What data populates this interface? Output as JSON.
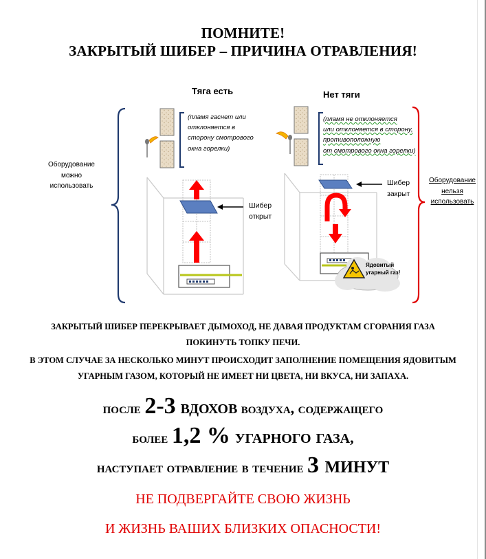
{
  "header": {
    "line1": "ПОМНИТЕ!",
    "line2": "ЗАКРЫТЫЙ ШИБЕР – ПРИЧИНА ОТРАВЛЕНИЯ!"
  },
  "left_panel": {
    "title": "Тяга есть",
    "status_lines": [
      "Оборудование",
      "можно",
      "использовать"
    ],
    "flame_note_lines": [
      "(пламя гаснет или",
      "отклоняется в",
      "сторону смотрового",
      "окна горелки)"
    ],
    "damper_lines": [
      "Шибер",
      "открыт"
    ]
  },
  "right_panel": {
    "title": "Нет тяги",
    "status_lines": [
      "Оборудование",
      "нельзя",
      "использовать"
    ],
    "flame_note_lines": [
      "(пламя не отклоняется",
      "или отклоняется в сторону,",
      "противоположную",
      "от смотрового окна горелки)"
    ],
    "damper_lines": [
      "Шибер",
      "закрыт"
    ],
    "gas_lines": [
      "Ядовитый",
      "угарный газ!"
    ]
  },
  "warnings": [
    "ЗАКРЫТЫЙ ШИБЕР ПЕРЕКРЫВАЕТ ДЫМОХОД, НЕ ДАВАЯ ПРОДУКТАМ СГОРАНИЯ ГАЗА",
    "ПОКИНУТЬ ТОПКУ ПЕЧИ.",
    "В ЭТОМ СЛУЧАЕ ЗА НЕСКОЛЬКО МИНУТ ПРОИСХОДИТ ЗАПОЛНЕНИЕ ПОМЕЩЕНИЯ ЯДОВИТЫМ",
    "УГАРНЫМ ГАЗОМ, КОТОРЫЙ НЕ ИМЕЕТ НИ ЦВЕТА, НИ ВКУСА, НИ ЗАПАХА."
  ],
  "big_text": {
    "l1_a": "после ",
    "l1_b": "2-3",
    "l1_c": " вдохов",
    "l1_d": " воздуха, содержащего",
    "l2_a": "более ",
    "l2_b": "1,2 %",
    "l2_c": " угарного газа",
    "l2_d": ",",
    "l3_a": "наступает отравление в течение ",
    "l3_b": "3",
    "l3_c": " минут"
  },
  "closing": {
    "line1": "НЕ ПОДВЕРГАЙТЕ СВОЮ ЖИЗНЬ",
    "line2": "И ЖИЗНЬ ВАШИХ БЛИЗКИХ ОПАСНОСТИ!"
  },
  "colors": {
    "accent_red": "#e00000",
    "arrow_red": "#ff0000",
    "bracket_blue": "#1f3a6e",
    "damper_blue": "#5b7fc0",
    "warning_yellow": "#f5c400"
  },
  "icons": [
    "flame-icon",
    "damper-plate",
    "warning-triangle-icon",
    "cloud-icon"
  ]
}
